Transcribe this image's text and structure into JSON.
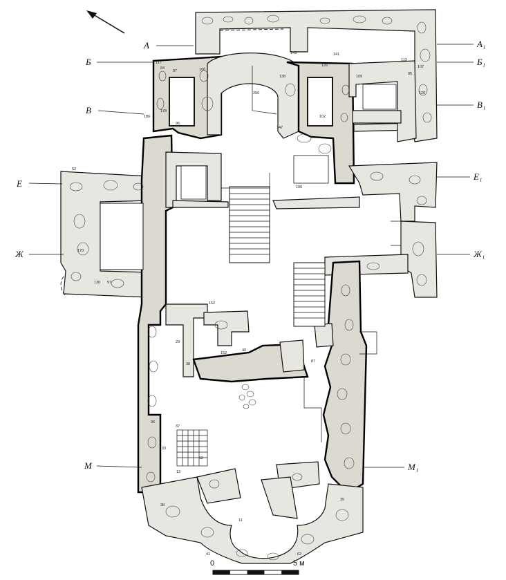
{
  "section_labels_left": [
    {
      "id": "A",
      "text": "А"
    },
    {
      "id": "B",
      "text": "Б"
    },
    {
      "id": "V",
      "text": "В"
    },
    {
      "id": "E",
      "text": "Е"
    },
    {
      "id": "Zh",
      "text": "Ж"
    },
    {
      "id": "M",
      "text": "М"
    }
  ],
  "section_labels_right": [
    {
      "id": "A1",
      "text": "А₁"
    },
    {
      "id": "B1",
      "text": "Б₁"
    },
    {
      "id": "V1",
      "text": "В₁"
    },
    {
      "id": "E1",
      "text": "Е₁"
    },
    {
      "id": "Zh1",
      "text": "Ж₁"
    },
    {
      "id": "M1",
      "text": "М₁"
    }
  ],
  "elevation_marks": [
    "117",
    "84",
    "97",
    "106",
    "186",
    "178",
    "96",
    "250",
    "138",
    "147",
    "143",
    "141",
    "126",
    "109",
    "102",
    "113",
    "107",
    "95",
    "120",
    "52",
    "170",
    "130",
    "97",
    "190",
    "152",
    "29",
    "38",
    "152",
    "40",
    "87",
    "36",
    "37",
    "33",
    "12",
    "13",
    "11",
    "38",
    "41",
    "62",
    "35"
  ],
  "scale": {
    "zero": "0",
    "end": "5 м"
  },
  "colors": {
    "ink": "#111111",
    "wall_fill": "#e8e6e0",
    "paper": "#ffffff"
  },
  "icons": {
    "orientation": "north-arrow-icon"
  }
}
